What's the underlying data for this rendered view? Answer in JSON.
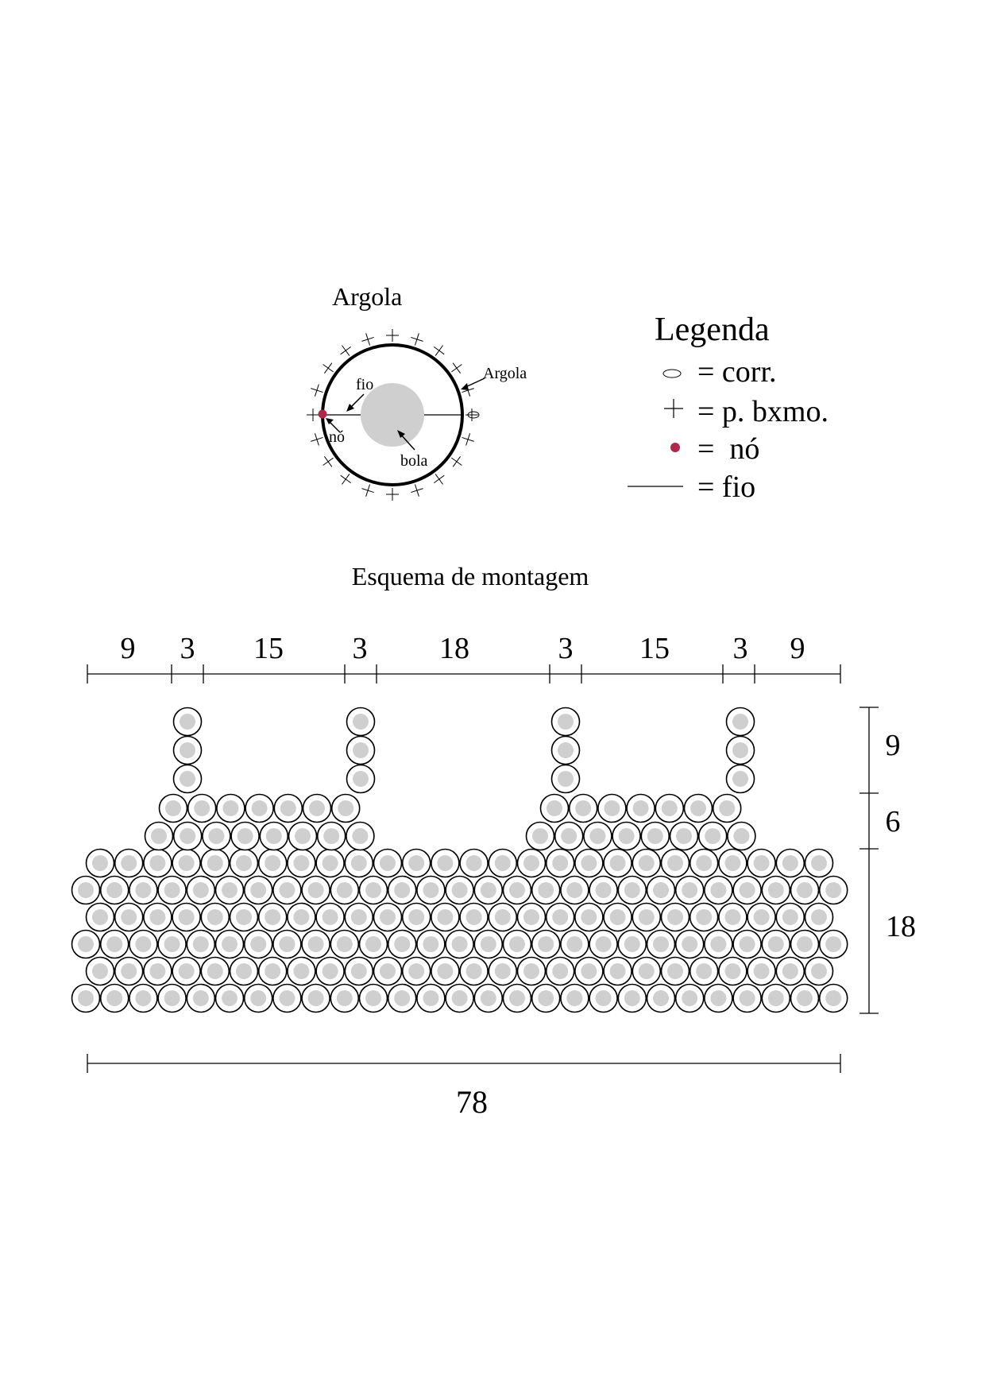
{
  "argola_diagram": {
    "title": "Argola",
    "label_argola": "Argola",
    "label_fio": "fio",
    "label_no": "nó",
    "label_bola": "bola"
  },
  "legend": {
    "title": "Legenda",
    "items": [
      {
        "symbol": "chain-oval-icon",
        "text": "= corr."
      },
      {
        "symbol": "plus-icon",
        "text": "= p. bxmo."
      },
      {
        "symbol": "knot-dot-icon",
        "text": "=  nó"
      },
      {
        "symbol": "line-icon",
        "text": "= fio"
      }
    ]
  },
  "scheme": {
    "title": "Esquema de montagem",
    "top_dims": [
      "9",
      "3",
      "15",
      "3",
      "18",
      "3",
      "15",
      "3",
      "9"
    ],
    "right_dims": [
      "9",
      "6",
      "18"
    ],
    "bottom_dim": "78"
  },
  "colors": {
    "knot": "#b0284a",
    "ball_fill": "#cfcfcf",
    "stroke": "#000000"
  }
}
